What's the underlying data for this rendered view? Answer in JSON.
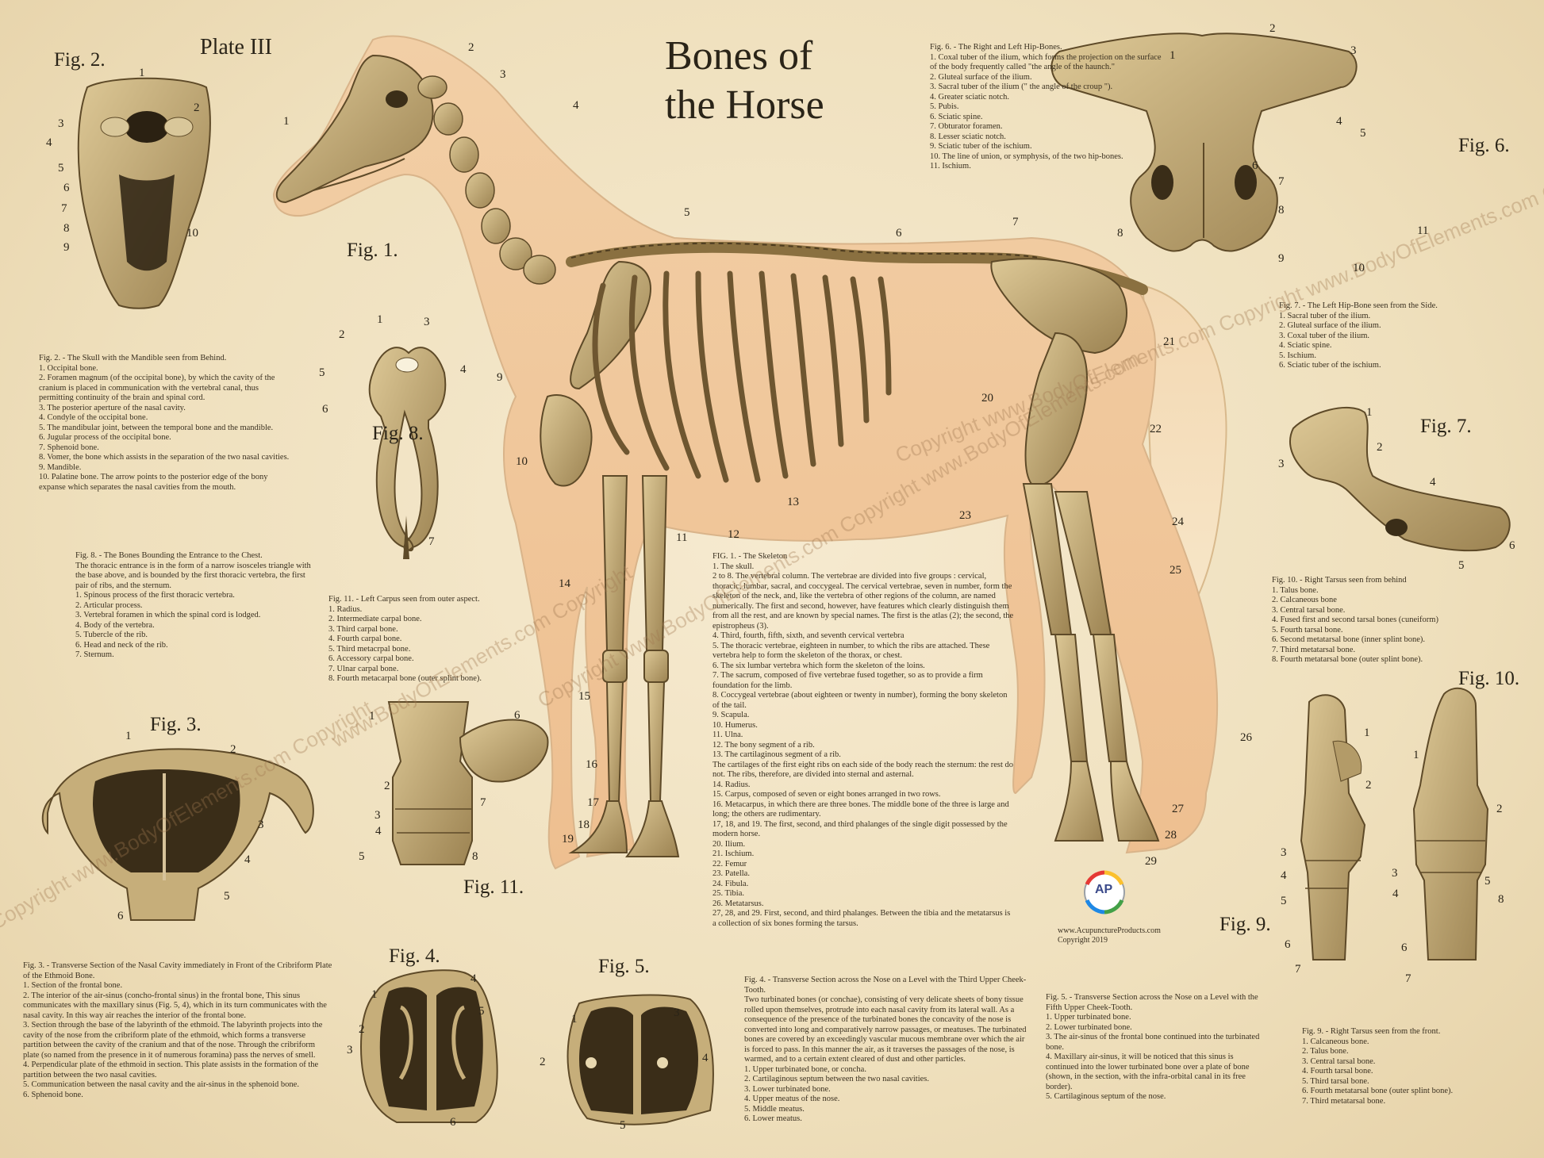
{
  "title_line1": "Bones of",
  "title_line2": "the Horse",
  "plate": "Plate III",
  "figures": {
    "fig1": "Fig. 1.",
    "fig2": "Fig. 2.",
    "fig3": "Fig. 3.",
    "fig4": "Fig. 4.",
    "fig5": "Fig. 5.",
    "fig6": "Fig. 6.",
    "fig7": "Fig. 7.",
    "fig8": "Fig. 8.",
    "fig9": "Fig. 9.",
    "fig10": "Fig. 10.",
    "fig11": "Fig. 11."
  },
  "captions": {
    "fig2": {
      "title": "Fig. 2. - The Skull with the Mandible seen from Behind.",
      "items": [
        "1. Occipital bone.",
        "2. Foramen magnum (of the occipital bone), by which the cavity of the cranium is placed in communication with the vertebral canal, thus permitting continuity of the brain and spinal cord.",
        "3. The posterior aperture of the nasal cavity.",
        "4. Condyle of the occipital bone.",
        "5. The mandibular joint, between the temporal bone and the mandible.",
        "6. Jugular process of the occipital bone.",
        "7. Sphenoid bone.",
        "8. Vomer, the bone which assists in the separation of the two nasal cavities.",
        "9. Mandible.",
        "10. Palatine bone. The arrow points to the posterior edge of the bony expanse which separates the nasal cavities from the mouth."
      ]
    },
    "fig8": {
      "title": "Fig. 8. - The Bones Bounding the Entrance to the Chest.",
      "items": [
        "The thoracic entrance is in the form of a narrow isosceles triangle with the base above, and is bounded by the first thoracic vertebra, the first pair of ribs, and the sternum.",
        "1. Spinous process of the first thoracic vertebra.",
        "2. Articular process.",
        "3. Vertebral foramen in which the spinal cord is lodged.",
        "4. Body of the vertebra.",
        "5. Tubercle of the rib.",
        "6. Head and neck of the rib.",
        "7. Sternum."
      ]
    },
    "fig11": {
      "title": "Fig. 11. - Left Carpus seen from outer aspect.",
      "items": [
        "1. Radius.",
        "2. Intermediate carpal bone.",
        "3. Third carpal bone.",
        "4. Fourth carpal bone.",
        "5. Third metacrpal bone.",
        "6. Accessory carpal bone.",
        "7. Ulnar carpal bone.",
        "8. Fourth metacarpal bone (outer splint bone)."
      ]
    },
    "fig1": {
      "title": "FIG. 1. - The Skeleton",
      "items": [
        "1. The skull.",
        "2 to 8. The vertebral column. The vertebrae are divided into five groups : cervical, thoracic, lumbar, sacral, and coccygeal. The cervical vertebrae, seven in number, form the skeleton of the neck, and, like the vertebra of other regions of the column, are named numerically. The first and second, however, have features which clearly distinguish them from all the rest, and are known by special names. The first is the atlas (2); the second, the epistropheus (3).",
        "4. Third, fourth, fifth, sixth, and seventh cervical vertebra",
        "5. The thoracic vertebrae, eighteen in number, to which the ribs are attached. These vertebra help to form the skeleton of the thorax, or chest.",
        "6. The six lumbar vertebra which form the skeleton of the loins.",
        "7. The sacrum, composed of five vertebrae fused together, so as to provide a firm foundation for the limb.",
        "8. Coccygeal vertebrae (about eighteen or twenty in number), forming the bony skeleton of the tail.",
        "9. Scapula.",
        "10. Humerus.",
        "11. Ulna.",
        "12. The bony segment of a rib.",
        "13. The cartilaginous segment of a rib.",
        "The cartilages of the first eight ribs on each side of the body reach the sternum: the rest do not. The ribs, therefore, are divided into sternal and asternal.",
        "14. Radius.",
        "15. Carpus, composed of seven or eight bones arranged in two rows.",
        "16. Metacarpus, in which there are three bones. The middle bone of the three is large and long; the others are rudimentary.",
        "17, 18, and 19. The first, second, and third phalanges of the single digit possessed by the modern horse.",
        "20. Ilium.",
        "21. Ischium.",
        "22. Femur",
        "23. Patella.",
        "24. Fibula.",
        "25. Tibia.",
        "26. Metatarsus.",
        "27, 28, and 29. First, second, and third phalanges. Between the tibia and the metatarsus is a collection of six bones forming the tarsus."
      ]
    },
    "fig6": {
      "title": "Fig. 6. - The Right and Left Hip-Bones.",
      "items": [
        "1. Coxal tuber of the ilium, which forms the projection on the surface of the body frequently called \"the angle of the haunch.\"",
        "2. Gluteal surface of the ilium.",
        "3. Sacral tuber of the ilium (\" the angle of the croup \").",
        "4. Greater sciatic notch.",
        "5. Pubis.",
        "6. Sciatic spine.",
        "7. Obturator foramen.",
        "8. Lesser sciatic notch.",
        "9. Sciatic tuber of the ischium.",
        "10. The line of union, or symphysis, of the two hip-bones.",
        "11. Ischium."
      ]
    },
    "fig7": {
      "title": "Fig. 7. - The Left Hip-Bone seen from the Side.",
      "items": [
        "1. Sacral tuber of the ilium.",
        "2. Gluteal surface of the ilium.",
        "3. Coxal tuber of the ilium.",
        "4. Sciatic spine.",
        "5. Ischium.",
        "6. Sciatic tuber of the ischium."
      ]
    },
    "fig10": {
      "title": "Fig. 10. - Right Tarsus seen from behind",
      "items": [
        "1. Talus bone.",
        "2. Calcaneous bone",
        "3. Central tarsal bone.",
        "4. Fused first and second tarsal bones (cuneiform)",
        "5. Fourth tarsal bone.",
        "6. Second metatarsal bone (inner splint bone).",
        "7. Third metatarsal bone.",
        "8. Fourth metatarsal bone (outer splint bone)."
      ]
    },
    "fig3": {
      "title": "Fig. 3. - Transverse Section of the Nasal Cavity immediately in Front of the Cribriform Plate of the Ethmoid Bone.",
      "items": [
        "1. Section of the frontal bone.",
        "2. The interior of the air-sinus (concho-frontal sinus) in the frontal bone, This sinus communicates with the maxillary sinus (Fig. 5, 4), which in its turn communicates with the nasal cavity. In this way air reaches the interior of the frontal bone.",
        "3. Section through the base of the labyrinth of the ethmoid. The labyrinth projects into the cavity of the nose from the cribriform plate of the ethmoid, which forms a transverse partition between the cavity of the cranium and that of the nose. Through the cribriform plate (so named from the presence in it of numerous foramina) pass the nerves of smell.",
        "4. Perpendicular plate of the ethmoid in section. This plate assists in the formation of the partition between the two nasal cavities.",
        "5. Communication between the nasal cavity and the air-sinus in the sphenoid bone.",
        "6. Sphenoid bone."
      ]
    },
    "fig4": {
      "title": "Fig. 4. - Transverse Section across the Nose on a Level with the Third Upper Cheek-Tooth.",
      "items": [
        "Two turbinated bones (or conchae), consisting of very delicate sheets of bony tissue rolled upon themselves, protrude into each nasal cavity from its lateral wall. As a consequence of the presence of the turbinated bones the concavity of the nose is converted into long and comparatively narrow passages, or meatuses. The turbinated bones are covered by an exceedingly vascular mucous membrane over which the air is forced to pass. In this manner the air, as it traverses the passages of the nose, is warmed, and to a certain extent cleared of dust and other particles.",
        "1. Upper turbinated bone, or concha.",
        "2. Cartilaginous septum between the two nasal cavities.",
        "3. Lower turbinated bone.",
        "4. Upper meatus of the nose.",
        "5. Middle meatus.",
        "6. Lower meatus."
      ]
    },
    "fig5": {
      "title": "Fig. 5. - Transverse Section across the Nose on a Level with the Fifth Upper Cheek-Tooth.",
      "items": [
        "1. Upper turbinated bone.",
        "2. Lower turbinated bone.",
        "3. The air-sinus of the frontal bone continued into the turbinated bone.",
        "4. Maxillary air-sinus, it will be noticed that this sinus is continued into the lower turbinated bone over a plate of bone (shown, in the section, with the infra-orbital canal in its free border).",
        "5. Cartilaginous septum of the nose."
      ]
    },
    "fig9": {
      "title": "Fig. 9. - Right Tarsus seen from the front.",
      "items": [
        "1. Calcaneous bone.",
        "2. Talus bone.",
        "3. Central tarsal bone.",
        "4. Fourth tarsal bone.",
        "5. Third tarsal bone.",
        "6. Fourth metatarsal bone (outer splint bone).",
        "7. Third metatarsal bone."
      ]
    }
  },
  "credit": {
    "url": "www.AcupunctureProducts.com",
    "copyright": "Copyright 2019",
    "logo_text": "AP"
  },
  "watermarks": [
    "Copyright www.BodyOfElements.com Copyright",
    "www.BodyOfElements.com Copyright",
    "Copyright www.BodyOfElements.com Copyright www.BodyOfElements.com",
    "Copyright www.BodyOfElements.com Copyright www.BodyOfElements.com Copyright"
  ],
  "horse_numbers": [
    "1",
    "2",
    "3",
    "4",
    "5",
    "6",
    "7",
    "8",
    "9",
    "10",
    "11",
    "12",
    "13",
    "14",
    "15",
    "16",
    "17",
    "18",
    "19",
    "20",
    "21",
    "22",
    "23",
    "24",
    "25",
    "26",
    "27",
    "28",
    "29"
  ],
  "fig2_numbers": [
    "1",
    "2",
    "3",
    "4",
    "5",
    "6",
    "7",
    "8",
    "9",
    "10"
  ],
  "fig8_numbers": [
    "1",
    "2",
    "3",
    "4",
    "5",
    "6",
    "7"
  ],
  "fig3_numbers": [
    "1",
    "2",
    "3",
    "4",
    "5",
    "6"
  ],
  "fig11_numbers": [
    "1",
    "2",
    "3",
    "4",
    "5",
    "6",
    "7",
    "8"
  ],
  "fig4_numbers": [
    "1",
    "2",
    "3",
    "4",
    "5",
    "6"
  ],
  "fig5_numbers": [
    "1",
    "2",
    "3",
    "4",
    "5"
  ],
  "fig6_numbers": [
    "1",
    "2",
    "3",
    "4",
    "5",
    "6",
    "7",
    "8",
    "9",
    "10",
    "11"
  ],
  "fig7_numbers": [
    "1",
    "2",
    "3",
    "4",
    "5",
    "6"
  ],
  "fig10_numbers": [
    "1",
    "2",
    "3",
    "4",
    "5",
    "6",
    "7",
    "8"
  ],
  "fig9_numbers": [
    "1",
    "2",
    "3",
    "4",
    "5",
    "6",
    "7"
  ],
  "colors": {
    "paper": "#f1e3c2",
    "bone": "#c9b27a",
    "bone_dark": "#6b5530",
    "flesh": "#efc79a",
    "ink": "#2a2418"
  }
}
